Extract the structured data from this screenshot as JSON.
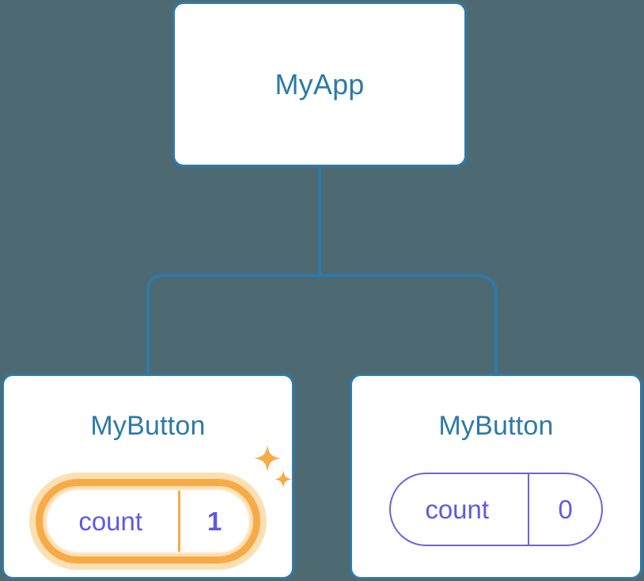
{
  "background_color": "#4d6a73",
  "diagram": {
    "type": "component-tree",
    "accent_colors": {
      "node_border": "#2f7aa8",
      "node_title_text": "#2d79a8",
      "state_text": "#5f5ae0",
      "state_border": "#6a63e2",
      "highlight_ring": "#f7ab47",
      "highlight_glow": "#fce0b4",
      "sparkle": "#f7ab47"
    },
    "root": {
      "title": "MyApp"
    },
    "children": [
      {
        "title": "MyButton",
        "state_key": "count",
        "state_value": "1",
        "highlighted": true,
        "sparkle_icons": [
          "sparkle-large-icon",
          "sparkle-small-icon"
        ]
      },
      {
        "title": "MyButton",
        "state_key": "count",
        "state_value": "0",
        "highlighted": false
      }
    ]
  }
}
